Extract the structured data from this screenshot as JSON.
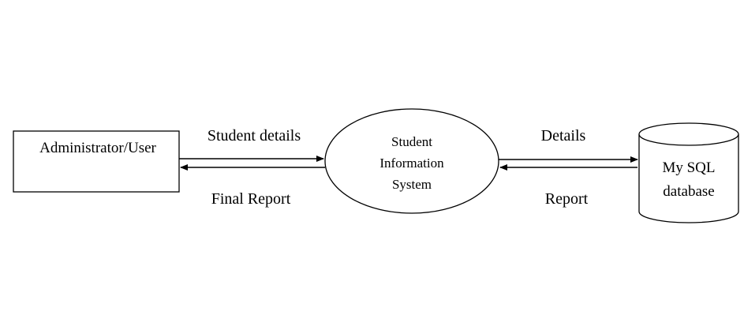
{
  "diagram": {
    "entity": {
      "label": "Administrator/User"
    },
    "process": {
      "line1": "Student",
      "line2": "Information",
      "line3": "System"
    },
    "datastore": {
      "line1": "My SQL",
      "line2": "database"
    },
    "flows": {
      "entity_to_process": "Student details",
      "process_to_entity": "Final Report",
      "process_to_store": "Details",
      "store_to_process": "Report"
    }
  }
}
